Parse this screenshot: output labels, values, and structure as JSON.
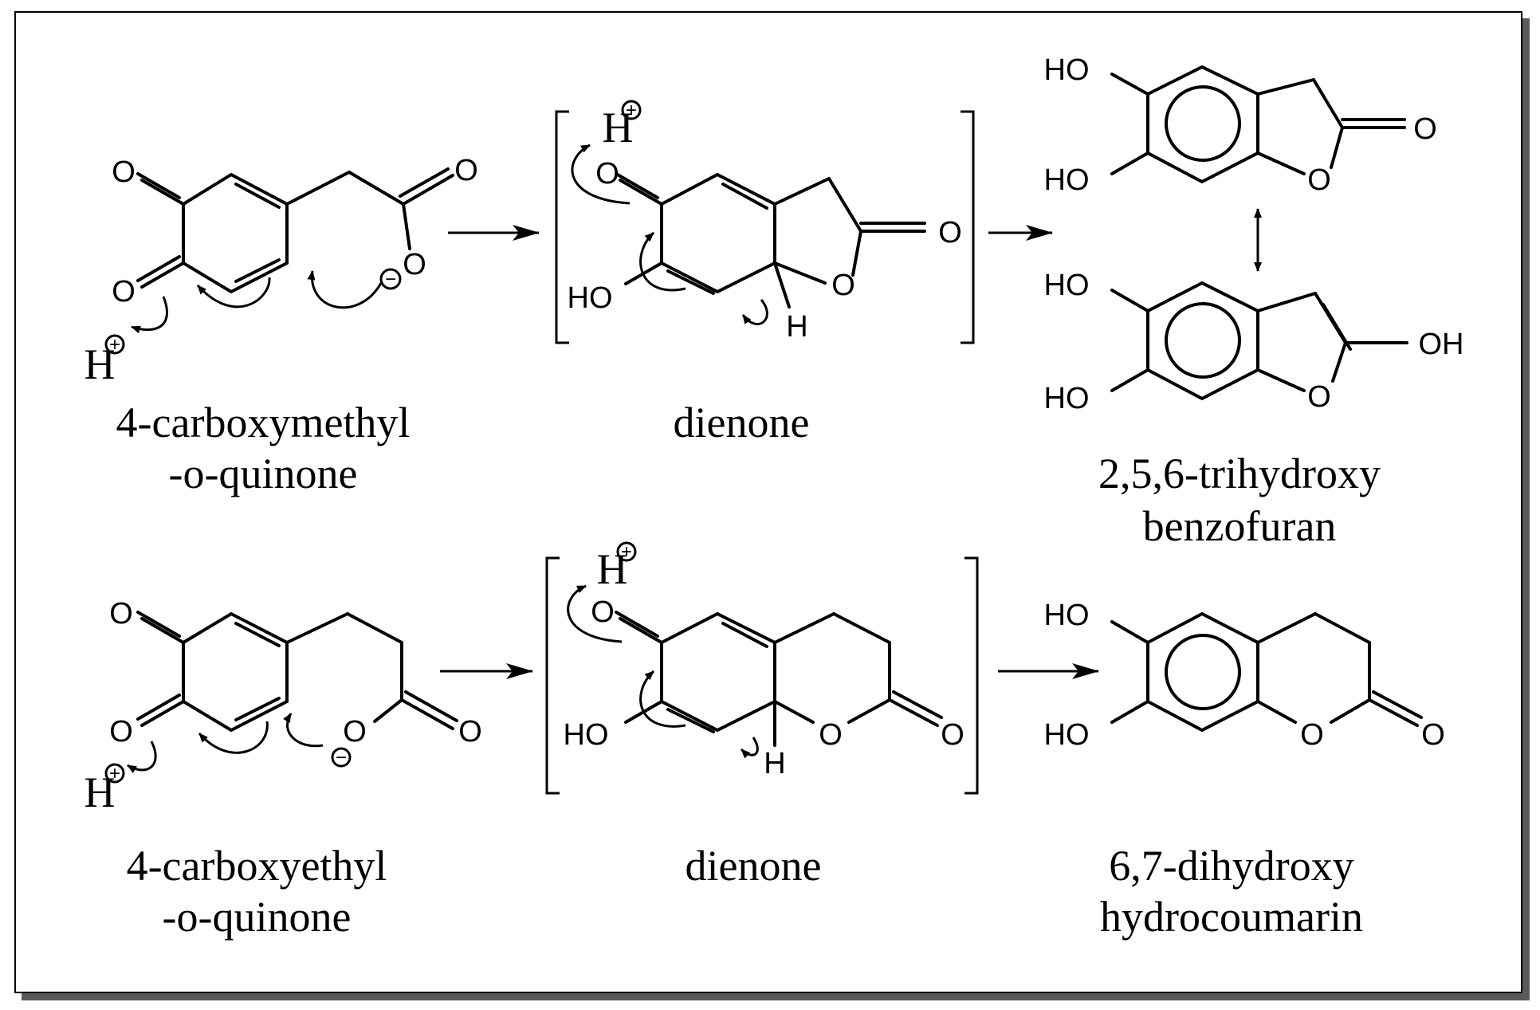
{
  "labels": {
    "O": "O",
    "H": "H",
    "HO": "HO",
    "OH": "OH",
    "minus": "−",
    "plus": "+"
  },
  "captions": {
    "r1_start_l1": "4-carboxymethyl",
    "r1_start_l2": "-o-quinone",
    "r1_mid": "dienone",
    "r1_end_l1": "2,5,6-trihydroxy",
    "r1_end_l2": "benzofuran",
    "r2_start_l1": "4-carboxyethyl",
    "r2_start_l2": "-o-quinone",
    "r2_mid": "dienone",
    "r2_end_l1": "6,7-dihydroxy",
    "r2_end_l2": "hydrocoumarin"
  },
  "colors": {
    "ink": "#000000",
    "shadow": "#5a5a5a",
    "background": "#ffffff"
  }
}
